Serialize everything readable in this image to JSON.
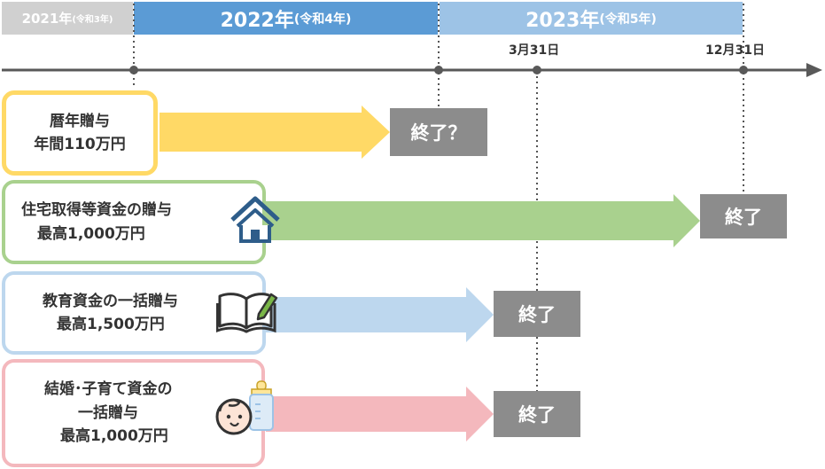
{
  "years": [
    {
      "year": "2021年",
      "era": "(令和3年)"
    },
    {
      "year": "2022年",
      "era": "(令和4年)"
    },
    {
      "year": "2023年",
      "era": "(令和5年)"
    }
  ],
  "dates": [
    "3月31日",
    "12月31日"
  ],
  "categories": [
    {
      "lines": [
        "暦年贈与",
        "年間110万円"
      ],
      "end_label": "終了？",
      "icon": "",
      "color": "#ffd966"
    },
    {
      "lines": [
        "住宅取得等資金の贈与",
        "最高1,000万円"
      ],
      "end_label": "終了",
      "icon": "house-icon",
      "color": "#a9d18e"
    },
    {
      "lines": [
        "教育資金の一括贈与",
        "最高1,500万円"
      ],
      "end_label": "終了",
      "icon": "open-book-pen-icon",
      "color": "#bdd7ee"
    },
    {
      "lines": [
        "結婚･子育て資金の",
        "一括贈与",
        "最高1,000万円"
      ],
      "end_label": "終了",
      "icon": "baby-bottle-icon",
      "color": "#f4b8bd"
    }
  ],
  "colors": {
    "year_2021": "#d0d0d0",
    "year_2022": "#5b9bd5",
    "year_2023": "#9dc3e6",
    "end_label": "#8c8c8c"
  }
}
